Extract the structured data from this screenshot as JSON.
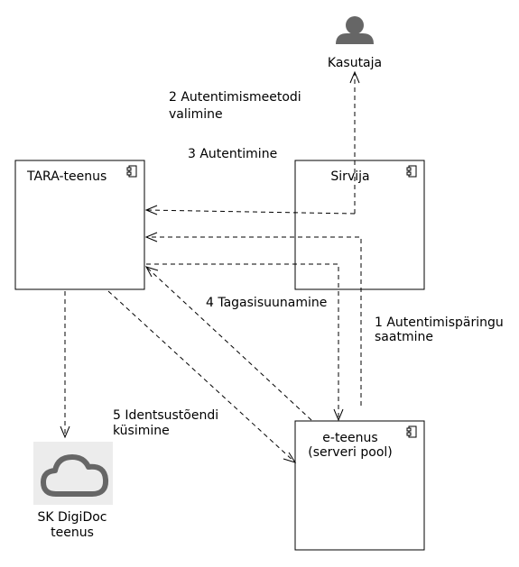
{
  "nodes": {
    "user": {
      "label": "Kasutaja",
      "icon": "person-icon"
    },
    "tara": {
      "label": "TARA-teenus",
      "icon": "component-icon"
    },
    "browser": {
      "label": "Sirvija",
      "icon": "component-icon"
    },
    "eservice": {
      "label_line1": "e-teenus",
      "label_line2": "(serveri pool)",
      "icon": "component-icon"
    },
    "sk": {
      "label_line1": "SK DigiDoc",
      "label_line2": "teenus",
      "icon": "cloud-icon"
    }
  },
  "edges": {
    "step2": {
      "line1": "2 Autentimismeetodi",
      "line2": "valimine"
    },
    "step3": {
      "line1": "3 Autentimine"
    },
    "step4": {
      "line1": "4 Tagasisuunamine"
    },
    "step1": {
      "line1": "1 Autentimispäringu",
      "line2": "saatmine"
    },
    "step5": {
      "line1": "5 Identsustõendi",
      "line2": "küsimine"
    }
  },
  "colors": {
    "icon_gray": "#666666",
    "cloud_bg": "#ececec",
    "line": "#000000"
  }
}
